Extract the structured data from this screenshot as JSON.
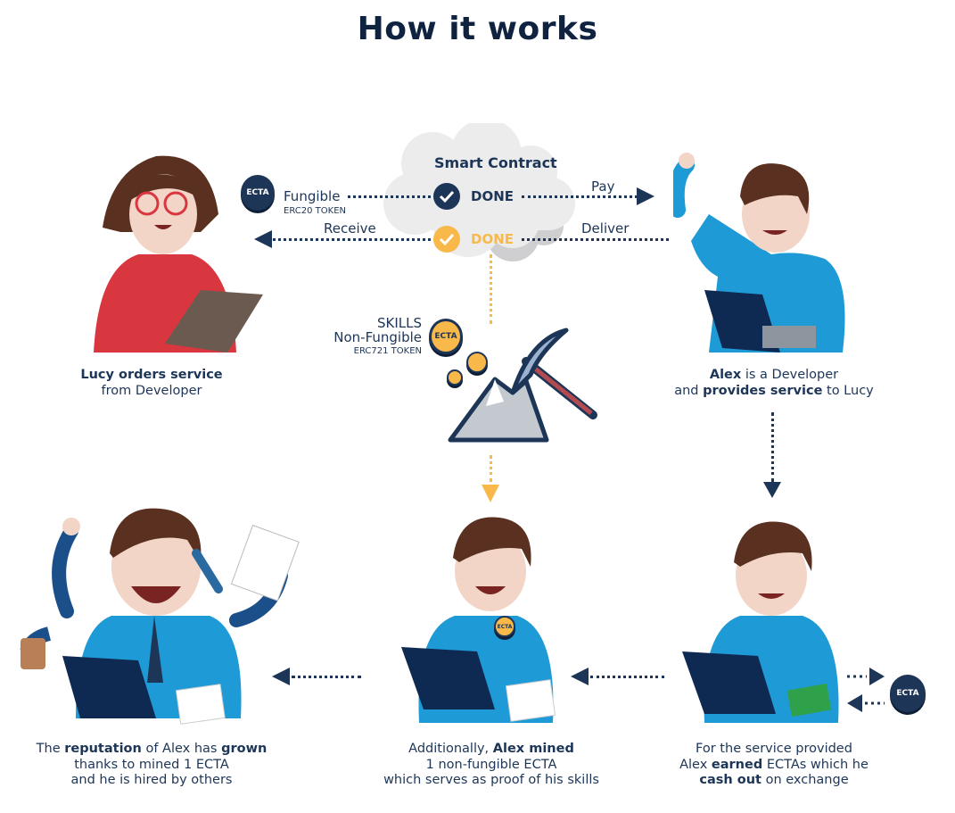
{
  "title": "How it works",
  "smart_contract": {
    "title": "Smart Contract",
    "done_pay": "DONE",
    "done_deliver": "DONE"
  },
  "flows": {
    "pay": "Pay",
    "receive": "Receive",
    "deliver": "Deliver"
  },
  "fungible_token": {
    "coin_label": "ECTA",
    "name": "Fungible",
    "standard": "ERC20 TOKEN"
  },
  "nft_token": {
    "coin_label": "ECTA",
    "line1": "SKILLS",
    "line2": "Non-Fungible",
    "standard": "ERC721 TOKEN"
  },
  "exchange_coin": "ECTA",
  "badge_coin": "ECTA",
  "captions": {
    "lucy": {
      "b1": "Lucy orders service",
      "t2": "from Developer"
    },
    "alex_dev": {
      "b1": "Alex",
      "t1": " is a Developer",
      "t2a": "and ",
      "b2": "provides service",
      "t2b": " to Lucy"
    },
    "cash_out": {
      "t1": "For the service provided",
      "t2a": "Alex ",
      "b2": "earned",
      "t2b": " ECTAs which he",
      "b3": "cash out",
      "t3": " on exchange"
    },
    "mined": {
      "t1": "Additionally, ",
      "b1": "Alex mined",
      "t2": "1 non-fungible ECTA",
      "t3": "which serves as proof of his skills"
    },
    "reputation": {
      "t1a": "The ",
      "b1": "reputation",
      "t1b": " of Alex has ",
      "b1b": "grown",
      "t2": "thanks to mined 1 ECTA",
      "t3": "and he is hired by others"
    }
  },
  "colors": {
    "navy": "#1d3557",
    "orange": "#f8b94a",
    "shirt_blue": "#1e9ad6",
    "lucy_red": "#d9373f"
  }
}
